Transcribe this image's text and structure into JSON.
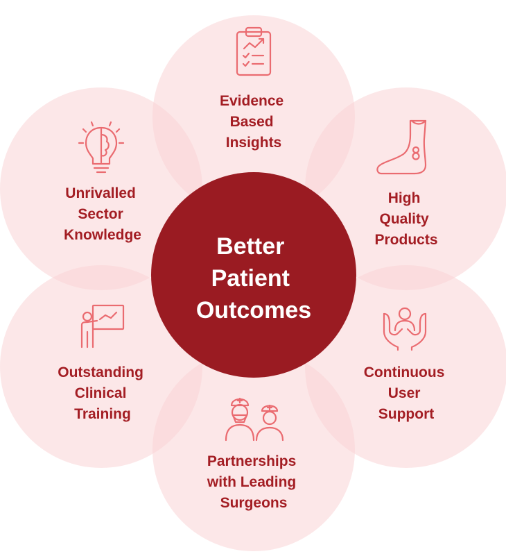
{
  "center": {
    "lines": [
      "Better",
      "Patient",
      "Outcomes"
    ]
  },
  "petals": [
    {
      "lines": [
        "Evidence",
        "Based",
        "Insights"
      ],
      "icon": "clipboard-chart-icon"
    },
    {
      "lines": [
        "High",
        "Quality",
        "Products"
      ],
      "icon": "foot-icon"
    },
    {
      "lines": [
        "Continuous",
        "User",
        "Support"
      ],
      "icon": "hands-support-icon"
    },
    {
      "lines": [
        "Partnerships",
        "with Leading",
        "Surgeons"
      ],
      "icon": "surgeons-icon"
    },
    {
      "lines": [
        "Outstanding",
        "Clinical",
        "Training"
      ],
      "icon": "trainer-board-icon"
    },
    {
      "lines": [
        "Unrivalled",
        "Sector",
        "Knowledge"
      ],
      "icon": "brain-lightbulb-icon"
    }
  ],
  "colors": {
    "petal": "#f9d3d5",
    "center": "#9a1b22",
    "label": "#a31d23",
    "icon": "#ea6b70"
  }
}
